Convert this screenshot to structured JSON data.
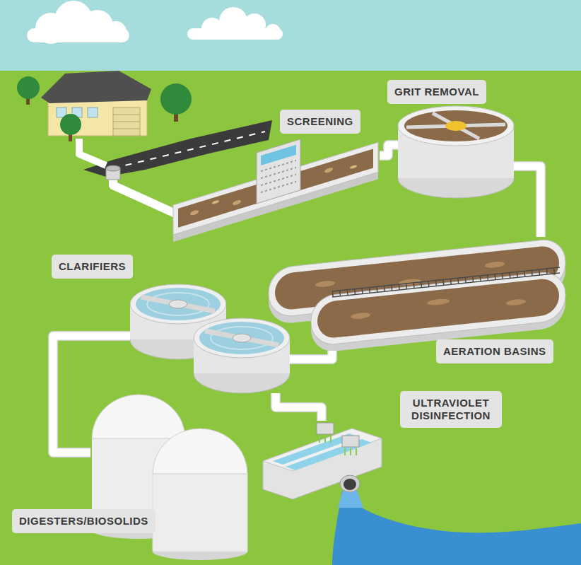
{
  "diagram": {
    "nodes": [
      {
        "text": [
          "SCREENING"
        ]
      },
      {
        "text": [
          "GRIT REMOVAL"
        ]
      },
      {
        "text": [
          "AERATION BASINS"
        ]
      },
      {
        "text": [
          "CLARIFIERS"
        ]
      },
      {
        "text": [
          "ULTRAVIOLET DISINFECTION"
        ]
      },
      {
        "text": [
          "DIGESTERS/BIOSOLIDS"
        ]
      }
    ],
    "edges": [
      {
        "from": 0,
        "to": 1,
        "arrow": "none"
      },
      {
        "from": 1,
        "to": 2,
        "arrow": "none"
      },
      {
        "from": 2,
        "to": 3,
        "arrow": "none"
      },
      {
        "from": 3,
        "to": 4,
        "arrow": "none"
      },
      {
        "from": 3,
        "to": 5,
        "arrow": "none"
      }
    ]
  }
}
